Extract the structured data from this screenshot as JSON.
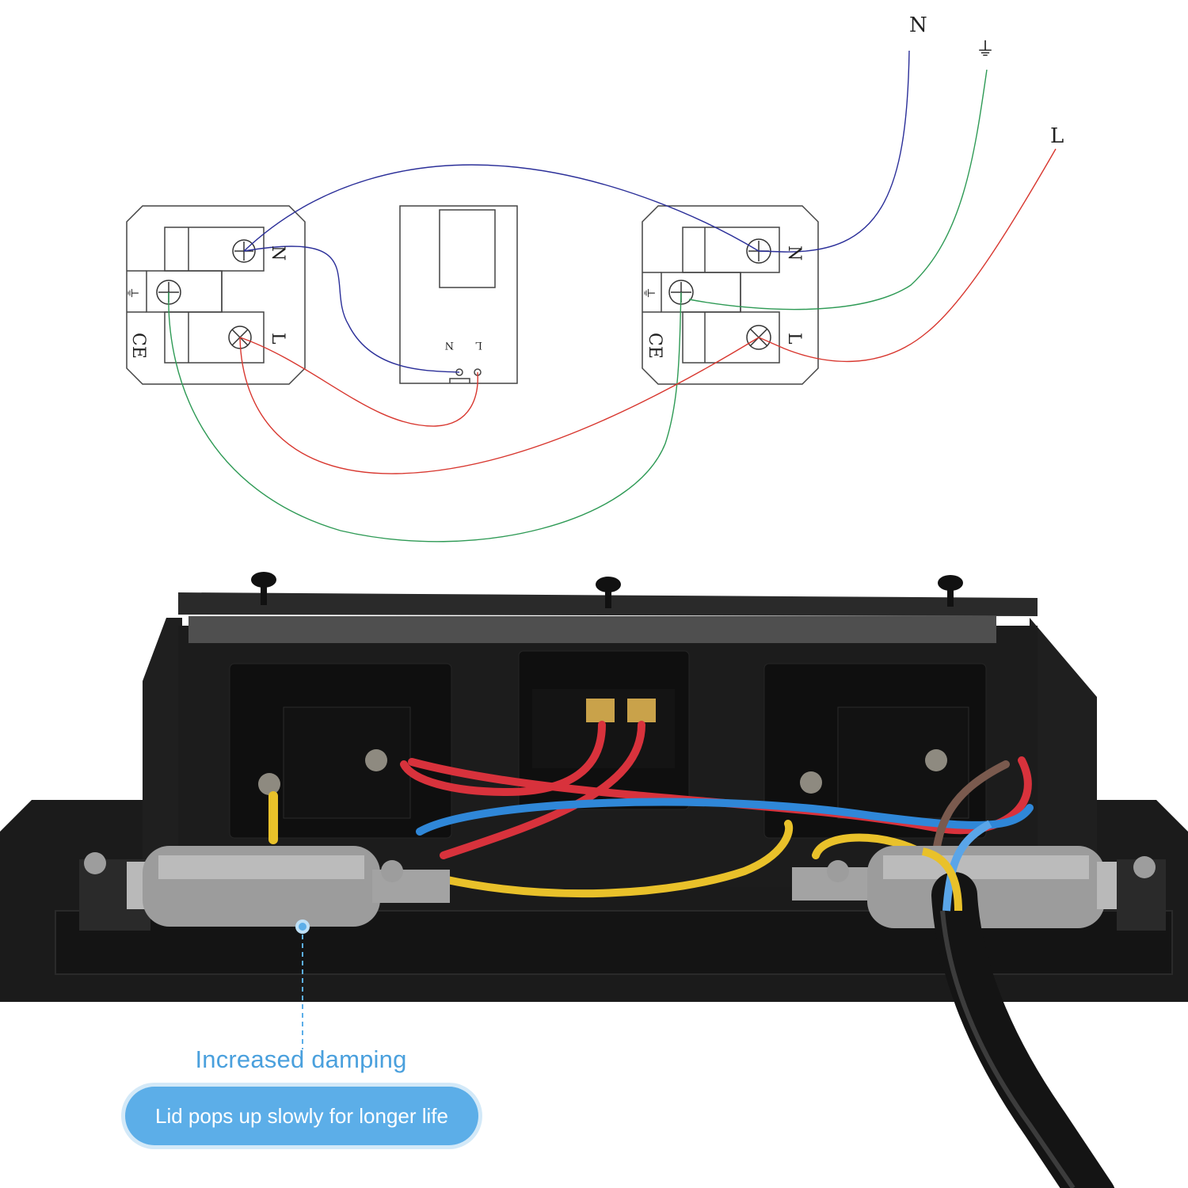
{
  "wiring_diagram": {
    "terminal_labels": {
      "neutral": "N",
      "earth": "⏚",
      "live": "L",
      "certification": "CE"
    },
    "supply_labels": [
      "N",
      "⏚",
      "L"
    ],
    "module_labels": [
      "N",
      "L"
    ],
    "wire_colors": {
      "neutral": "#2b2f99",
      "earth": "#2e9a55",
      "live": "#d8372f"
    }
  },
  "photo": {
    "wire_colors": {
      "red": "#d8323c",
      "blue": "#2f87d8",
      "yellow": "#e9c12a",
      "brown": "#7a5a4e",
      "cable": "#141414"
    }
  },
  "callout": {
    "title": "Increased damping",
    "text": "Lid pops up slowly for longer life",
    "accent": "#5caee8"
  }
}
